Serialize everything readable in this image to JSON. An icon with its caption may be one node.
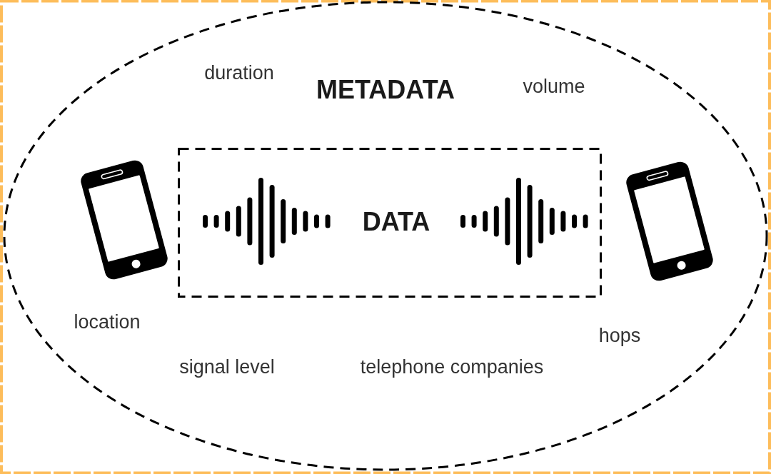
{
  "diagram": {
    "nodes": [
      {
        "text": [
          "METADATA",
          "duration",
          "volume",
          "location",
          "hops",
          "signal level",
          "telephone companies"
        ]
      },
      {
        "text": [
          "DATA"
        ],
        "in": 0
      }
    ]
  }
}
